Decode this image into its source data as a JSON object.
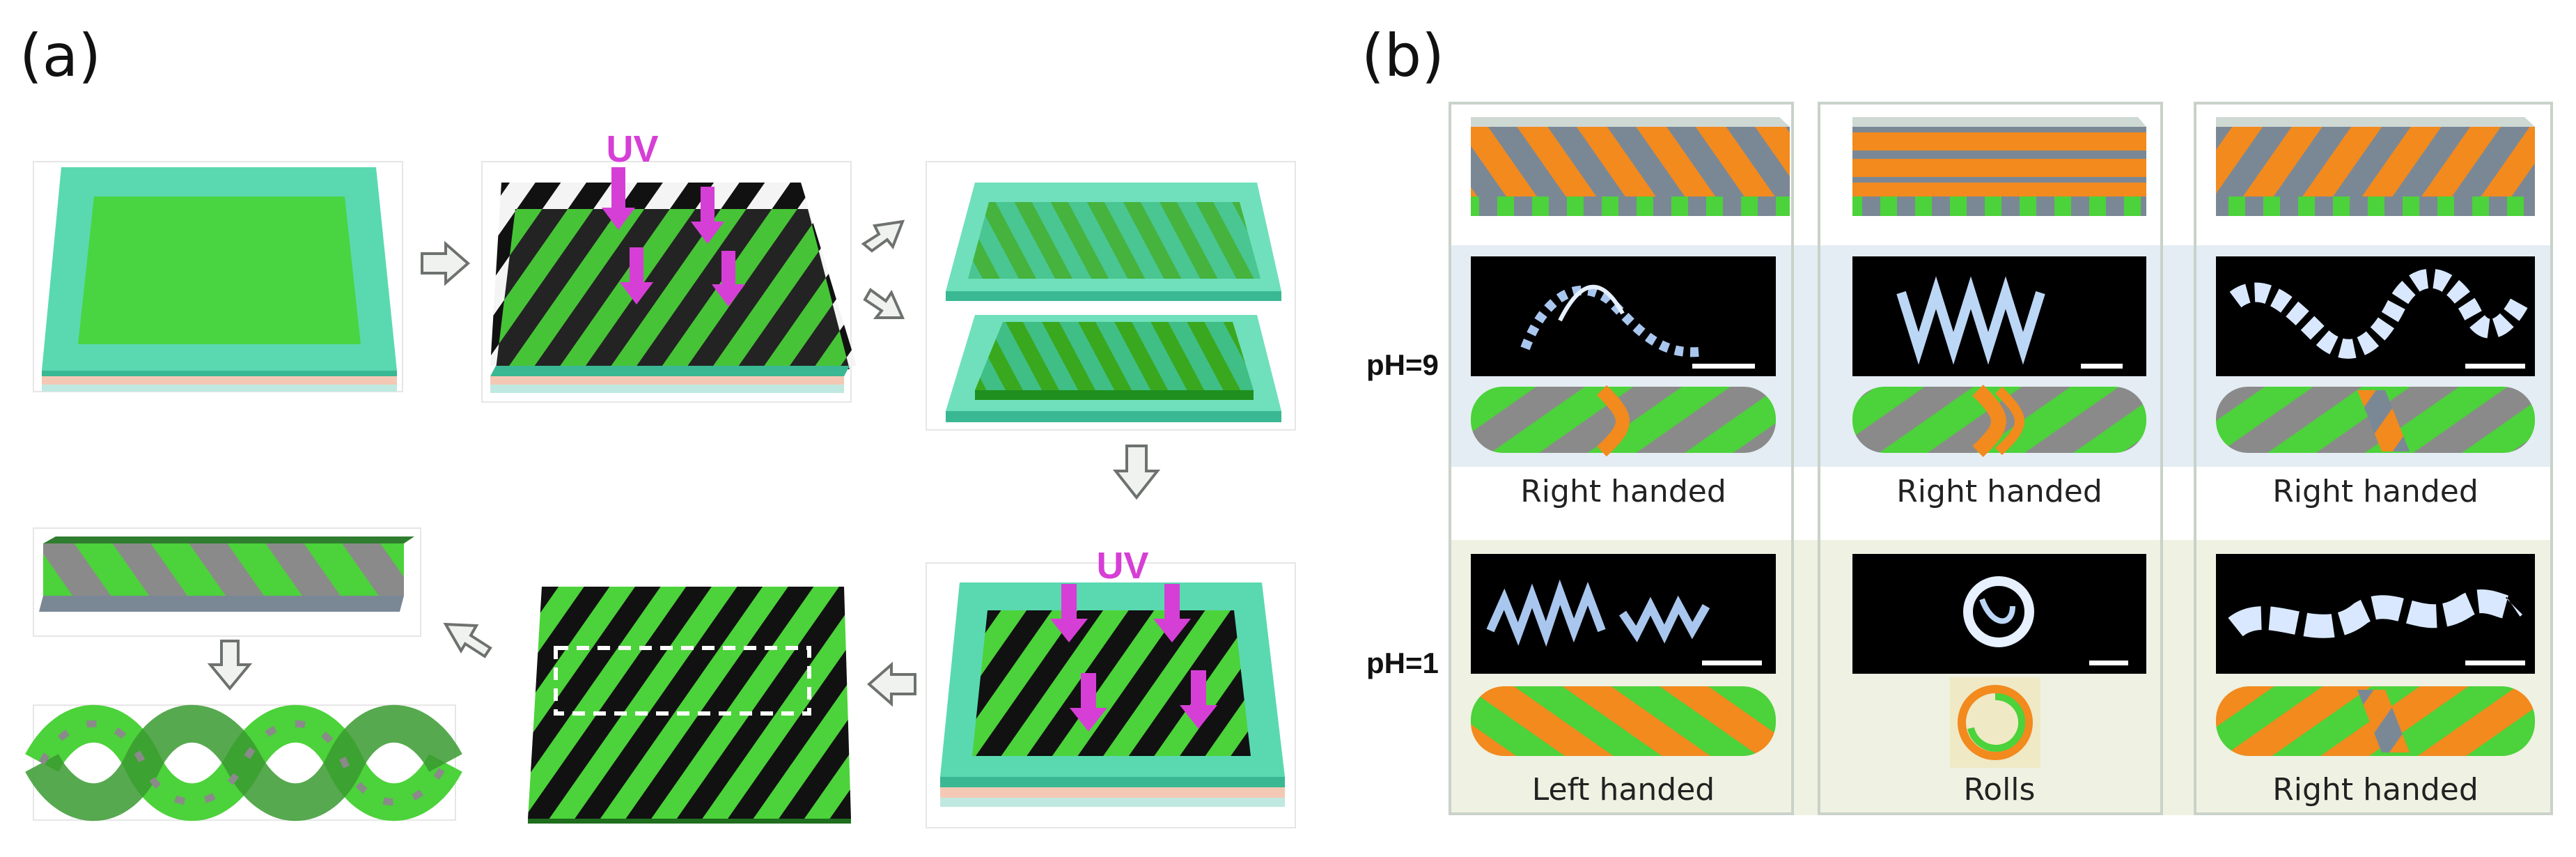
{
  "panel_a": {
    "letter": "(a)",
    "uv_label_1": "UV",
    "uv_label_2": "UV"
  },
  "panel_b": {
    "letter": "(b)",
    "ph_high": "pH=9",
    "ph_low": "pH=1",
    "columns": [
      {
        "label_ph9": "Right handed",
        "label_ph1": "Left handed"
      },
      {
        "label_ph9": "Right handed",
        "label_ph1": "Rolls"
      },
      {
        "label_ph9": "Right handed",
        "label_ph1": "Right handed"
      }
    ]
  },
  "colors": {
    "green": "#4cd23a",
    "dark_green": "#1e8a1e",
    "teal": "#3ddca8",
    "orange": "#f28a1e",
    "magenta": "#d63fd6",
    "black": "#111111",
    "gray": "#8a8a8a"
  }
}
